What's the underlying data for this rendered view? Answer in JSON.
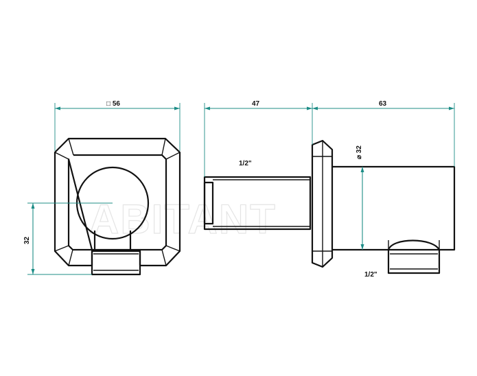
{
  "dimensions": {
    "front_width": "□ 56",
    "front_height": "32",
    "side_depth": "47",
    "side_length": "63",
    "side_diameter": "⌀ 32"
  },
  "callouts": {
    "thread_rear": "1/2\"",
    "thread_outlet": "1/2\""
  },
  "watermark": "ABITANT",
  "colors": {
    "dimension_line": "#1c8c86",
    "outline": "#111111"
  }
}
